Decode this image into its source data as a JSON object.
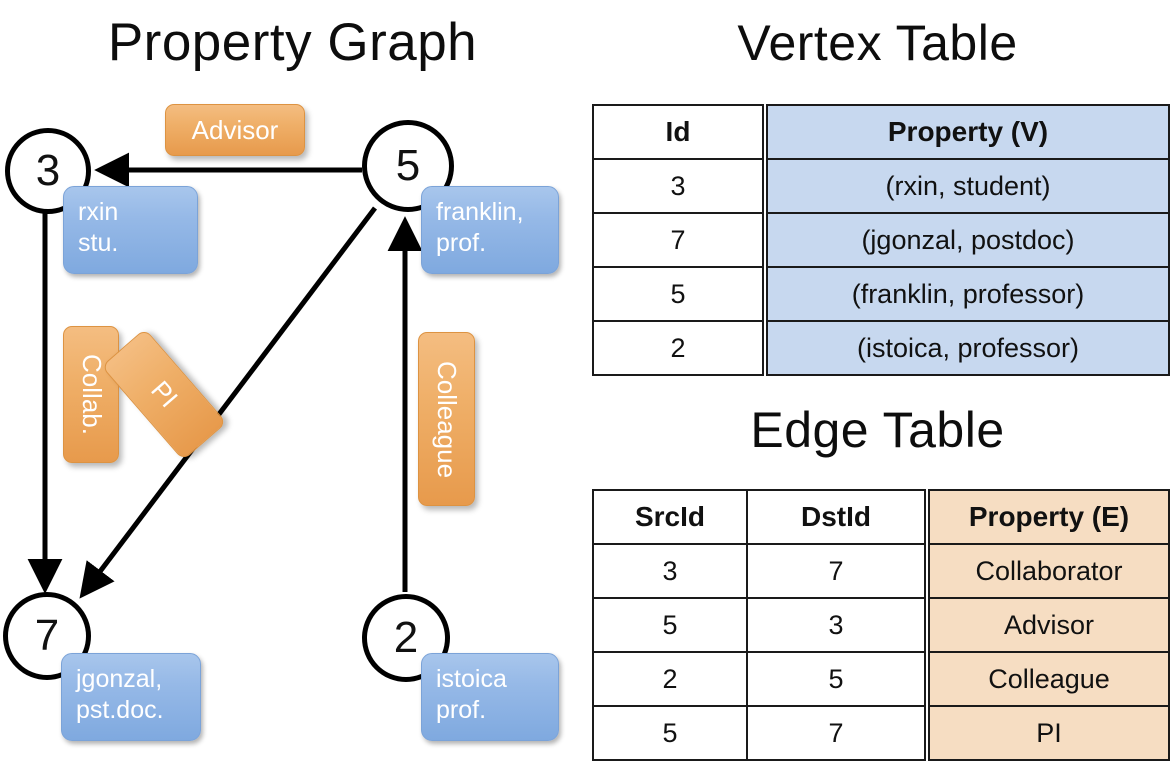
{
  "titles": {
    "property_graph": "Property Graph",
    "vertex_table": "Vertex Table",
    "edge_table": "Edge Table"
  },
  "graph": {
    "vertices": [
      {
        "id": "3",
        "property_box": {
          "line1": "rxin",
          "line2": "stu."
        }
      },
      {
        "id": "5",
        "property_box": {
          "line1": "franklin,",
          "line2": "prof."
        }
      },
      {
        "id": "7",
        "property_box": {
          "line1": "jgonzal,",
          "line2": "pst.doc."
        }
      },
      {
        "id": "2",
        "property_box": {
          "line1": "istoica",
          "line2": "prof."
        }
      }
    ],
    "edge_labels": [
      {
        "label": "Advisor",
        "orientation": "horizontal"
      },
      {
        "label": "Collab.",
        "orientation": "vertical"
      },
      {
        "label": "PI",
        "orientation": "diagonal"
      },
      {
        "label": "Colleague",
        "orientation": "vertical"
      }
    ]
  },
  "vertex_table": {
    "columns": [
      "Id",
      "Property (V)"
    ],
    "rows": [
      {
        "id": "3",
        "property": "(rxin, student)"
      },
      {
        "id": "7",
        "property": "(jgonzal, postdoc)"
      },
      {
        "id": "5",
        "property": "(franklin, professor)"
      },
      {
        "id": "2",
        "property": "(istoica, professor)"
      }
    ]
  },
  "edge_table": {
    "columns": [
      "SrcId",
      "DstId",
      "Property (E)"
    ],
    "rows": [
      {
        "src": "3",
        "dst": "7",
        "property": "Collaborator"
      },
      {
        "src": "5",
        "dst": "3",
        "property": "Advisor"
      },
      {
        "src": "2",
        "dst": "5",
        "property": "Colleague"
      },
      {
        "src": "5",
        "dst": "7",
        "property": "PI"
      }
    ]
  },
  "colors": {
    "vertex_property_fill": "#c7d8ef",
    "edge_property_fill": "#f6ddc2",
    "node_box_blue": "#96b9e7",
    "edge_label_orange": "#efaf68",
    "stroke": "#000000"
  }
}
